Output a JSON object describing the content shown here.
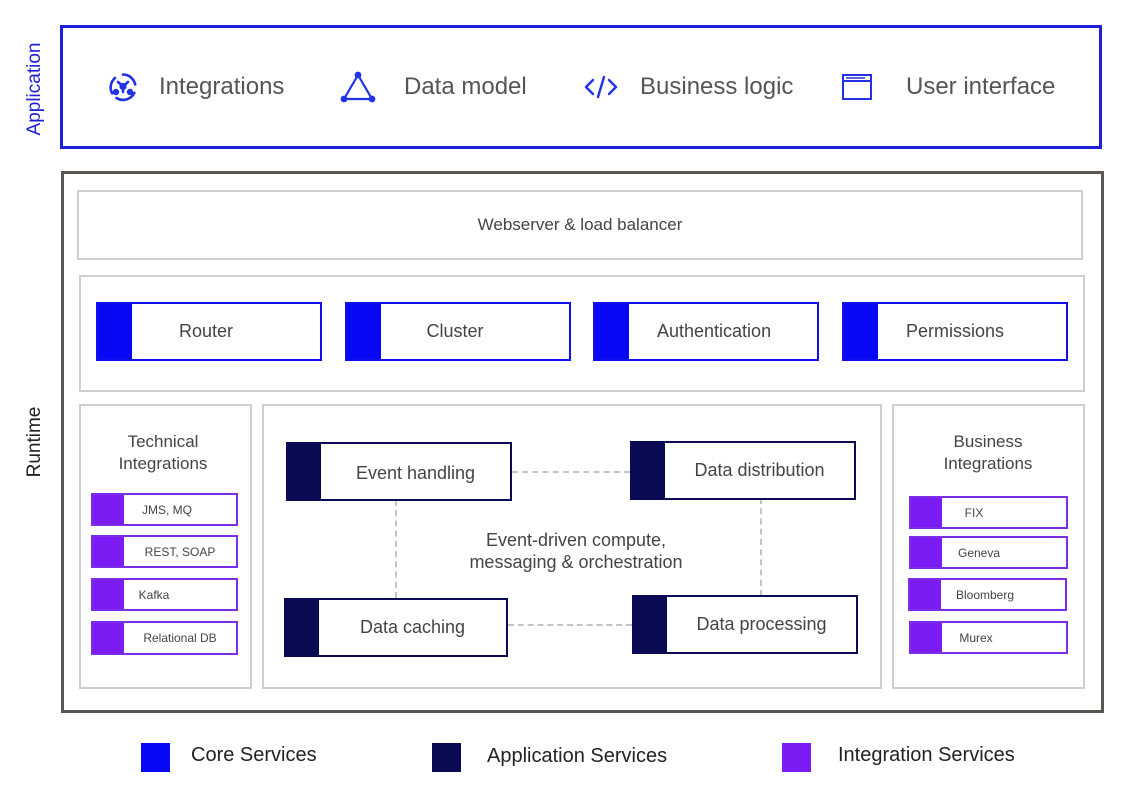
{
  "layers": {
    "application_label": "Application",
    "runtime_label": "Runtime"
  },
  "application": {
    "items": [
      {
        "label": "Integrations",
        "icon": "integrations-icon"
      },
      {
        "label": "Data model",
        "icon": "triangle-nodes-icon"
      },
      {
        "label": "Business logic",
        "icon": "code-icon"
      },
      {
        "label": "User interface",
        "icon": "browser-window-icon"
      }
    ]
  },
  "runtime": {
    "webserver": "Webserver & load balancer",
    "core_services": [
      "Router",
      "Cluster",
      "Authentication",
      "Permissions"
    ],
    "technical_integrations": {
      "title": "Technical Integrations",
      "items": [
        "JMS, MQ",
        "REST, SOAP",
        "Kafka",
        "Relational DB"
      ]
    },
    "center": {
      "caption": "Event-driven compute, messaging & orchestration",
      "services": [
        "Event handling",
        "Data distribution",
        "Data caching",
        "Data processing"
      ]
    },
    "business_integrations": {
      "title": "Business Integrations",
      "items": [
        "FIX",
        "Geneva",
        "Bloomberg",
        "Murex"
      ]
    }
  },
  "legend": [
    {
      "label": "Core Services",
      "color": "#0808f5"
    },
    {
      "label": "Application Services",
      "color": "#0a0a55"
    },
    {
      "label": "Integration Services",
      "color": "#7b1cf5"
    }
  ],
  "colors": {
    "application_border": "#1f1fd9",
    "runtime_border": "#5b5651",
    "panel_border": "#cfcfcf",
    "icon_blue": "#2332e6"
  }
}
